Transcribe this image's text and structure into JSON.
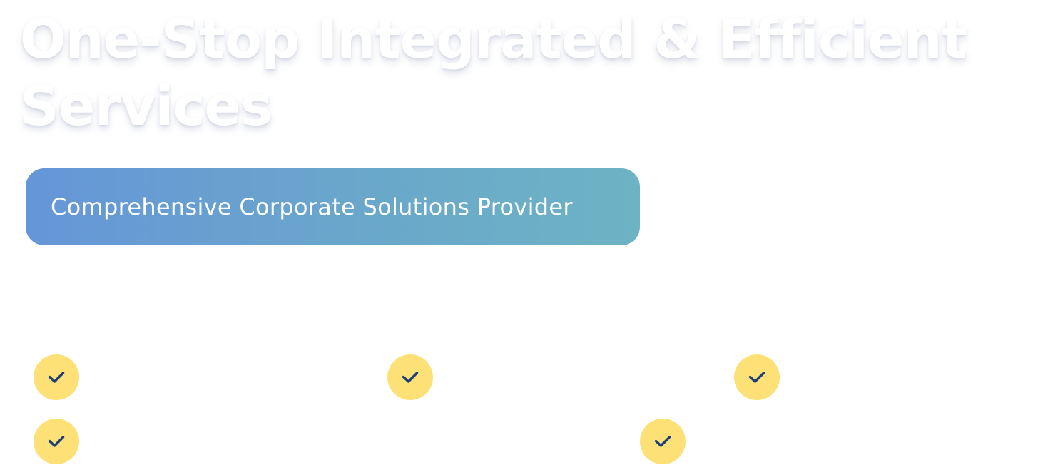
{
  "hero": {
    "title_line1": "One-Stop Integrated & Efficient",
    "title_line2": "Services",
    "subtitle": "Comprehensive Corporate Solutions Provider"
  },
  "features": [
    {
      "icon": "check-icon",
      "label": ""
    },
    {
      "icon": "check-icon",
      "label": ""
    },
    {
      "icon": "check-icon",
      "label": ""
    },
    {
      "icon": "check-icon",
      "label": ""
    },
    {
      "icon": "check-icon",
      "label": ""
    }
  ],
  "colors": {
    "title_text": "#ffffff",
    "pill_gradient_start": "#6596d8",
    "pill_gradient_end": "#6db3c3",
    "badge_fill": "#fde177",
    "check_stroke": "#1e3e7a"
  }
}
